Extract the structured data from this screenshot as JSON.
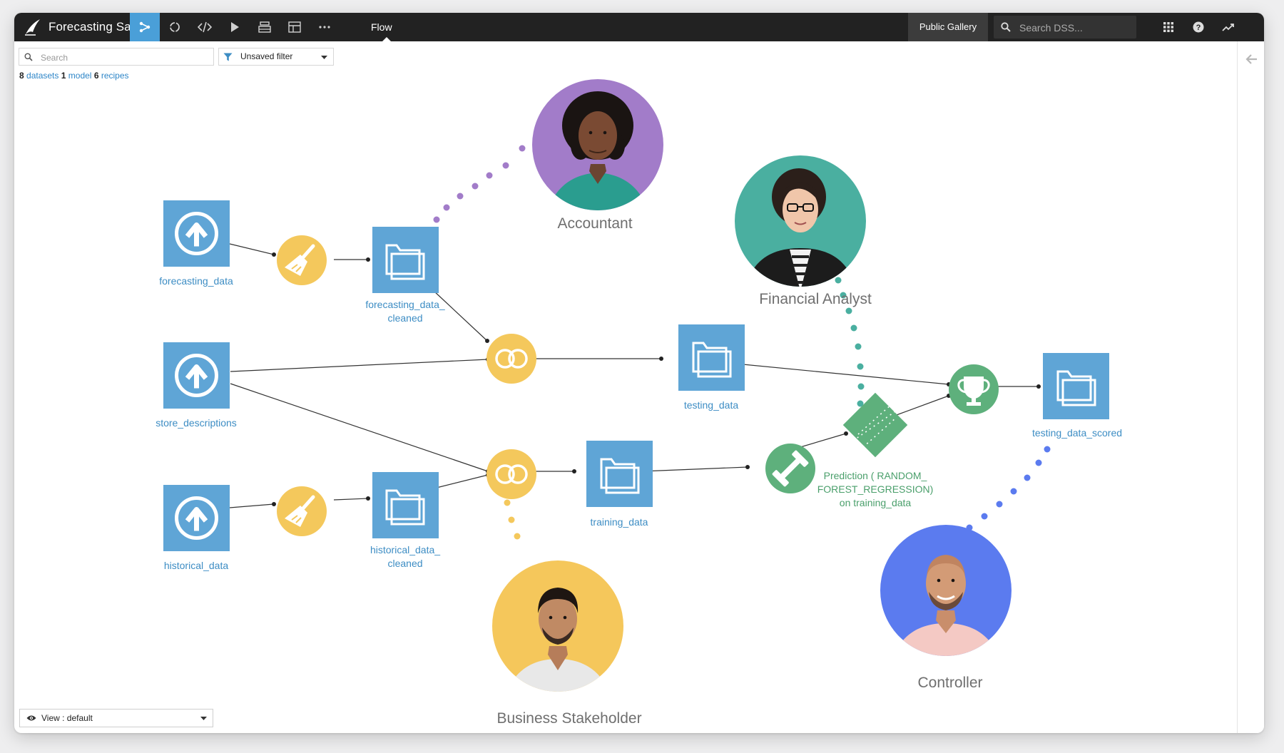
{
  "app": {
    "project_title": "Forecasting Sales",
    "flow_label": "Flow",
    "gallery_label": "Public Gallery",
    "search_placeholder": "Search DSS..."
  },
  "filter": {
    "search_placeholder": "Search",
    "filter_value": "Unsaved filter"
  },
  "counts": {
    "datasets_n": "8",
    "datasets_label": "datasets",
    "model_n": "1",
    "model_label": "model",
    "recipes_n": "6",
    "recipes_label": "recipes"
  },
  "datasets": {
    "forecasting_data": "forecasting_data",
    "forecasting_cleaned_1": "forecasting_data_",
    "forecasting_cleaned_2": "cleaned",
    "store_descriptions": "store_descriptions",
    "historical_data": "historical_data",
    "historical_cleaned_1": "historical_data_",
    "historical_cleaned_2": "cleaned",
    "testing_data": "testing_data",
    "training_data": "training_data",
    "testing_data_scored": "testing_data_scored"
  },
  "model": {
    "label_1": "Prediction ( RANDOM_",
    "label_2": "FOREST_REGRESSION)",
    "label_3": "on training_data"
  },
  "personas": {
    "accountant": "Accountant",
    "financial_analyst": "Financial Analyst",
    "business_stakeholder": "Business Stakeholder",
    "controller": "Controller"
  },
  "colors": {
    "dataset": "#5fa5d6",
    "recipe_prep": "#f4c85c",
    "ml": "#5eb07c",
    "accountant": "#a27cc9",
    "financial_analyst": "#4aafa0",
    "business_stakeholder": "#f5c75b",
    "controller": "#5b7bef",
    "label_blue": "#3d8dc4"
  },
  "view": {
    "label": "View : default"
  }
}
